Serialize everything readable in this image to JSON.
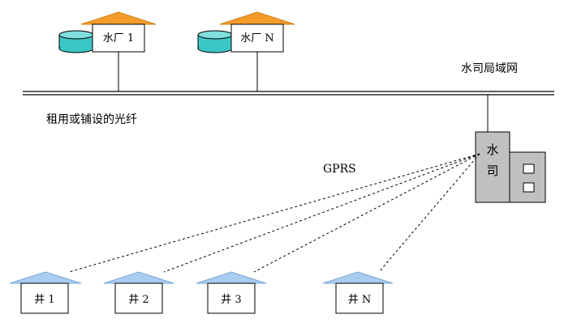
{
  "labels": {
    "plant1": "水厂 1",
    "plantN": "水厂 N",
    "company_network": "水司局域网",
    "fiber": "租用或铺设的光纤",
    "gprs": "GPRS",
    "company_line1": "水",
    "company_line2": "司",
    "well1": "井 1",
    "well2": "井 2",
    "well3": "井 3",
    "wellN": "井 N"
  },
  "colors": {
    "plant_roof": "#f39c2a",
    "tank": "#3cc7c6",
    "well_roof": "#a9cdee",
    "company_building": "#c0c0c0",
    "line": "#000000"
  },
  "icons": {
    "plant": "water-plant-icon",
    "tank": "water-tank-icon",
    "well": "well-house-icon",
    "company": "water-company-building-icon"
  }
}
